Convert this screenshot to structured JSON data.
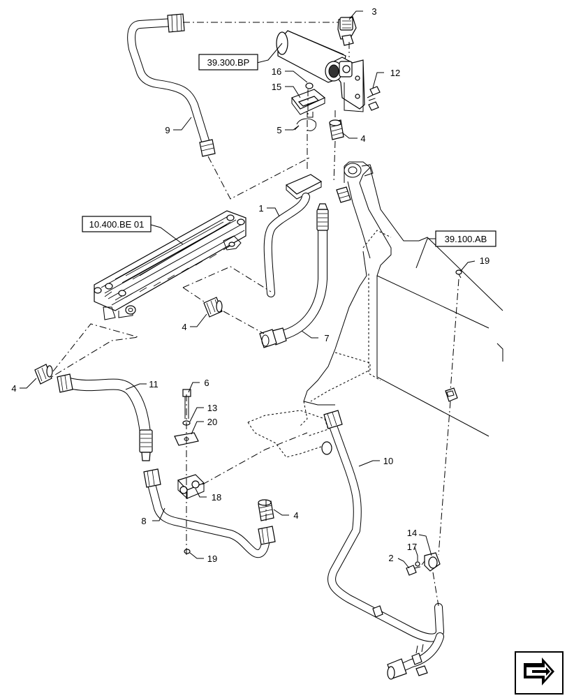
{
  "callouts": {
    "c1": "1",
    "c2": "2",
    "c3": "3",
    "c4a": "4",
    "c4b": "4",
    "c4c": "4",
    "c4d": "4",
    "c5": "5",
    "c6": "6",
    "c7": "7",
    "c8": "8",
    "c9": "9",
    "c10": "10",
    "c11": "11",
    "c12": "12",
    "c13": "13",
    "c14": "14",
    "c15": "15",
    "c16": "16",
    "c17": "17",
    "c18": "18",
    "c19a": "19",
    "c19b": "19",
    "c20": "20"
  },
  "references": {
    "filter": "39.300.BP",
    "cooler": "10.400.BE 01",
    "frame": "39.100.AB"
  },
  "nav": {
    "icon": "next-page-arrow-icon"
  }
}
